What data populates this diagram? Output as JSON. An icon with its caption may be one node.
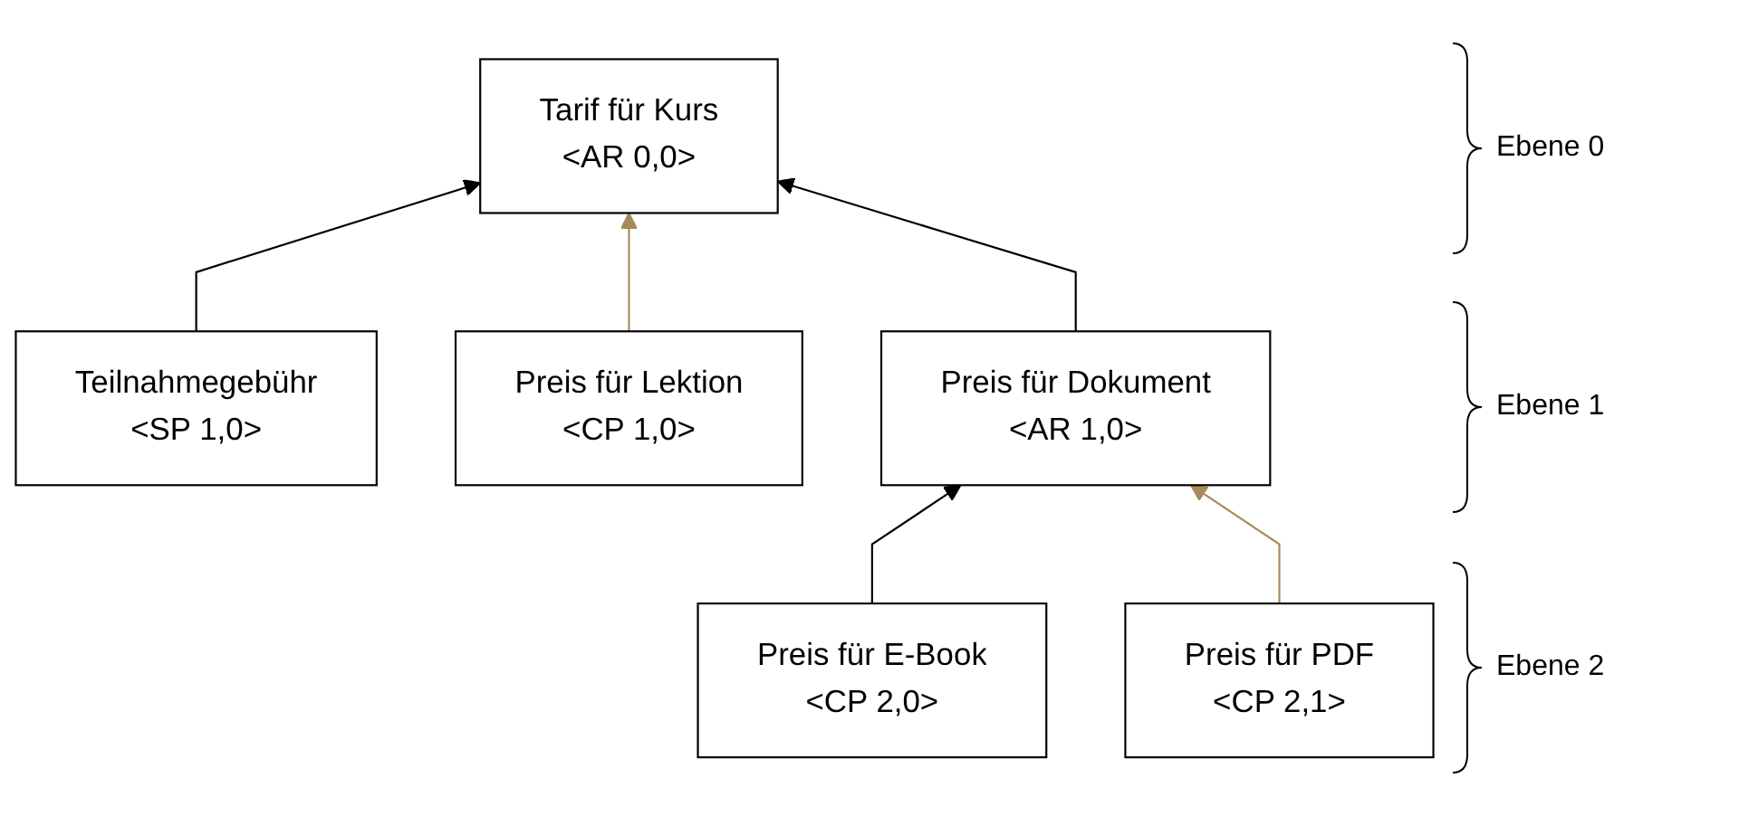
{
  "diagram": {
    "nodes": [
      {
        "text": [
          "Tarif für Kurs",
          "<AR 0,0>"
        ]
      },
      {
        "text": [
          "Teilnahmegebühr",
          "<SP 1,0>"
        ]
      },
      {
        "text": [
          "Preis für Lektion",
          "<CP 1,0>"
        ]
      },
      {
        "text": [
          "Preis für Dokument",
          "<AR 1,0>"
        ]
      },
      {
        "text": [
          "Preis für E-Book",
          "<CP 2,0>"
        ]
      },
      {
        "text": [
          "Preis für PDF",
          "<CP 2,1>"
        ]
      }
    ],
    "edges": [
      {
        "from": 1,
        "to": 0,
        "arrow": "to"
      },
      {
        "from": 2,
        "to": 0,
        "arrow": "to",
        "color": "#a68a5b"
      },
      {
        "from": 3,
        "to": 0,
        "arrow": "to"
      },
      {
        "from": 4,
        "to": 3,
        "arrow": "to"
      },
      {
        "from": 5,
        "to": 3,
        "arrow": "to",
        "color": "#a68a5b"
      }
    ],
    "labels": [
      "Ebene 0",
      "Ebene 1",
      "Ebene 2"
    ]
  }
}
